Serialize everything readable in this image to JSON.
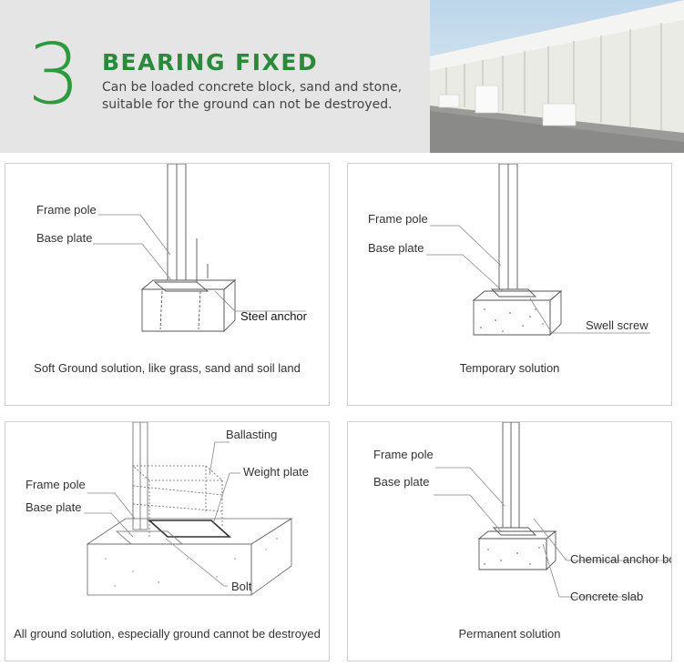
{
  "header": {
    "number": "3",
    "title": "BEARING FIXED",
    "subtitle_line1": "Can be loaded concrete block, sand and stone,",
    "subtitle_line2": "suitable for the ground can not be destroyed."
  },
  "colors": {
    "accent": "#2e9a3e",
    "title": "#2a8a3a",
    "header_bg": "#e5e5e5"
  },
  "panels": [
    {
      "labels": [
        "Frame pole",
        "Base plate",
        "Steel anchor"
      ],
      "caption": "Soft Ground solution, like grass, sand and soil land"
    },
    {
      "labels": [
        "Frame pole",
        "Base plate",
        "Swell screw"
      ],
      "caption": "Temporary solution"
    },
    {
      "labels": [
        "Ballasting",
        "Weight plate",
        "Frame pole",
        "Base plate",
        "Bolt"
      ],
      "caption": "All ground solution, especially ground cannot be destroyed"
    },
    {
      "labels": [
        "Frame pole",
        "Base plate",
        "Chemical anchor bolt",
        "Concrete slab"
      ],
      "caption": "Permanent solution"
    }
  ]
}
